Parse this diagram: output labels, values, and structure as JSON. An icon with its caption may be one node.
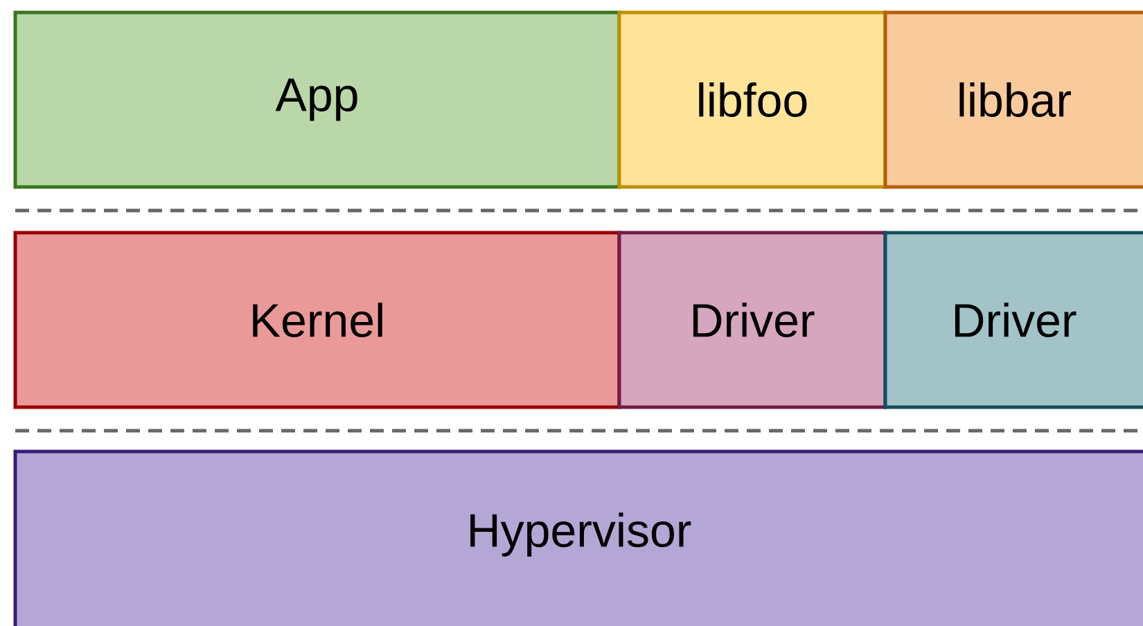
{
  "diagram": {
    "nodes": [
      {
        "text": [
          "App"
        ]
      },
      {
        "text": [
          "libfoo"
        ]
      },
      {
        "text": [
          "libbar"
        ]
      },
      {
        "text": [
          "Kernel"
        ]
      },
      {
        "text": [
          "Driver"
        ]
      },
      {
        "text": [
          "Driver"
        ]
      },
      {
        "text": [
          "Hypervisor"
        ]
      }
    ]
  }
}
